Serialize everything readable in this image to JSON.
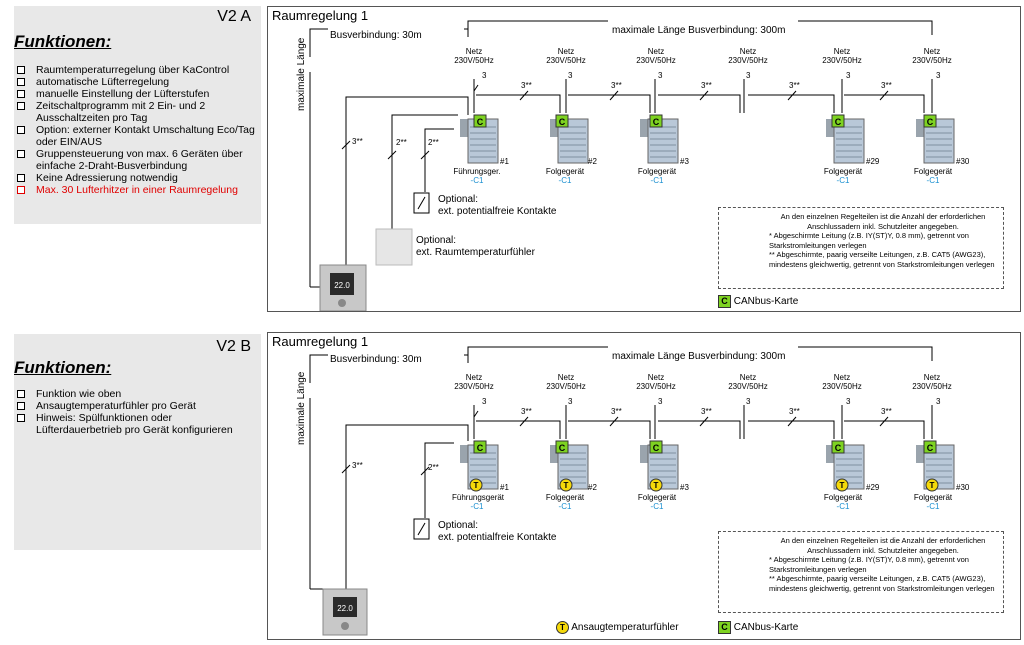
{
  "sections": [
    {
      "version": "V2 A",
      "functions_title": "Funktionen:",
      "functions": [
        {
          "text": "Raumtemperaturregelung über KaControl",
          "highlight": false
        },
        {
          "text": "automatische Lüfterregelung",
          "highlight": false
        },
        {
          "text": "manuelle Einstellung der Lüfterstufen",
          "highlight": false
        },
        {
          "text": "Zeitschaltprogramm mit 2 Ein- und 2 Ausschaltzeiten pro Tag",
          "highlight": false
        },
        {
          "text": "Option: externer Kontakt Umschaltung Eco/Tag oder EIN/AUS",
          "highlight": false
        },
        {
          "text": "Gruppensteuerung von max. 6 Geräten über einfache 2-Draht-Busverbindung",
          "highlight": false
        },
        {
          "text": "Keine Adressierung notwendig",
          "highlight": false
        },
        {
          "text": "Max. 30 Lufterhitzer in einer Raumregelung",
          "highlight": true
        }
      ],
      "diagram": {
        "title": "Raumregelung 1",
        "bus_label": "Busverbindung: 30m",
        "max_bus_label": "maximale Länge Busverbindung: 300m",
        "vertical_label": "maximale Länge",
        "power_label_1": "Netz",
        "power_label_2": "230V/50Hz",
        "wire3": "3",
        "wire3s": "3**",
        "wire2s": "2**",
        "devices": [
          {
            "name": "Führungsger.",
            "code": "-C1",
            "num": "#1"
          },
          {
            "name": "Folgegerät",
            "code": "-C1",
            "num": "#2"
          },
          {
            "name": "Folgegerät",
            "code": "-C1",
            "num": "#3"
          },
          {
            "name": "Folgegerät",
            "code": "-C1",
            "num": "#29"
          },
          {
            "name": "Folgegerät",
            "code": "-C1",
            "num": "#30"
          }
        ],
        "optional_contact_1": "Optional:",
        "optional_contact_2": "ext. potentialfreie Kontakte",
        "optional_sensor_1": "Optional:",
        "optional_sensor_2": "ext. Raumtemperaturfühler",
        "note_lines": [
          "An den einzelnen Regelteilen ist die Anzahl der erforderlichen Anschlussadern inkl. Schutzleiter angegeben.",
          "* Abgeschirmte Leitung (z.B. IY(ST)Y, 0.8 mm), getrennt von Starkstromleitungen verlegen",
          "** Abgeschirmte, paarig verseilte Leitungen, z.B. CAT5 (AWG23), mindestens gleichwertig, getrennt von Starkstromleitungen verlegen"
        ],
        "canbus_letter": "C",
        "canbus_label": "CANbus-Karte",
        "display_text": "22.0"
      }
    },
    {
      "version": "V2 B",
      "functions_title": "Funktionen:",
      "functions": [
        {
          "text": "Funktion wie oben",
          "highlight": false
        },
        {
          "text": "Ansaugtemperaturfühler pro Gerät",
          "highlight": false
        },
        {
          "text": "Hinweis: Spülfunktionen oder Lüfterdauerbetrieb pro Gerät konfigurieren",
          "highlight": false
        }
      ],
      "diagram": {
        "title": "Raumregelung 1",
        "bus_label": "Busverbindung: 30m",
        "max_bus_label": "maximale Länge Busverbindung: 300m",
        "vertical_label": "maximale Länge",
        "power_label_1": "Netz",
        "power_label_2": "230V/50Hz",
        "wire3": "3",
        "wire3s": "3**",
        "wire2s": "2**",
        "devices": [
          {
            "name": "Führungsgerät",
            "code": "-C1",
            "num": "#1"
          },
          {
            "name": "Folgegerät",
            "code": "-C1",
            "num": "#2"
          },
          {
            "name": "Folgegerät",
            "code": "-C1",
            "num": "#3"
          },
          {
            "name": "Folgegerät",
            "code": "-C1",
            "num": "#29"
          },
          {
            "name": "Folgegerät",
            "code": "-C1",
            "num": "#30"
          }
        ],
        "optional_contact_1": "Optional:",
        "optional_contact_2": "ext. potentialfreie Kontakte",
        "note_lines": [
          "An den einzelnen Regelteilen ist die Anzahl der erforderlichen Anschlussadern inkl. Schutzleiter angegeben.",
          "* Abgeschirmte Leitung (z.B. IY(ST)Y, 0.8 mm), getrennt von Starkstromleitungen verlegen",
          "** Abgeschirmte, paarig verseilte Leitungen, z.B. CAT5 (AWG23), mindestens gleichwertig, getrennt von Starkstromleitungen verlegen"
        ],
        "sensor_letter": "T",
        "sensor_label": "Ansaugtemperaturfühler",
        "canbus_letter": "C",
        "canbus_label": "CANbus-Karte",
        "display_text": "22.0"
      }
    }
  ],
  "colors": {
    "canbus": "#7ed321",
    "sensor": "#f5d90a",
    "highlight": "#e00000",
    "code": "#1a8fd0",
    "panel_bg": "#e8e8e8"
  }
}
